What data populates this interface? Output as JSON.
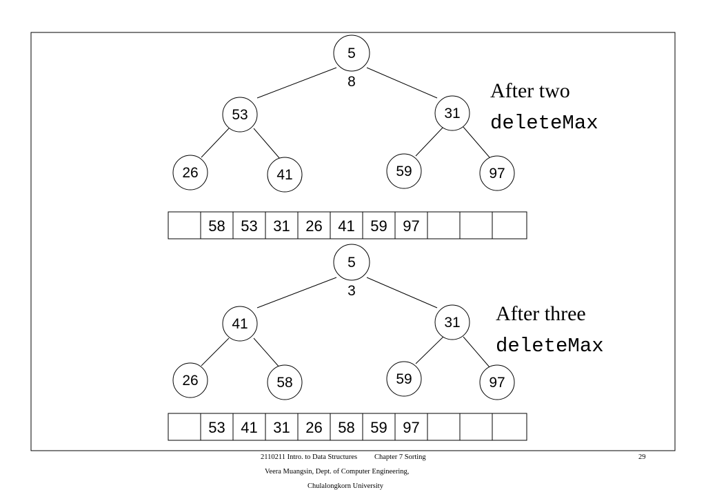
{
  "panels": [
    {
      "caption": {
        "line1": "After two",
        "line2": "deleteMax"
      },
      "nodes": [
        {
          "line1": "5",
          "line2": "8"
        },
        {
          "line1": "53"
        },
        {
          "line1": "31"
        },
        {
          "line1": "26"
        },
        {
          "line1": "41"
        },
        {
          "line1": "59"
        },
        {
          "line1": "97"
        }
      ],
      "array": [
        "",
        "58",
        "53",
        "31",
        "26",
        "41",
        "59",
        "97",
        "",
        "",
        ""
      ]
    },
    {
      "caption": {
        "line1": "After three",
        "line2": "deleteMax"
      },
      "nodes": [
        {
          "line1": "5",
          "line2": "3"
        },
        {
          "line1": "41"
        },
        {
          "line1": "31"
        },
        {
          "line1": "26"
        },
        {
          "line1": "58"
        },
        {
          "line1": "59"
        },
        {
          "line1": "97"
        }
      ],
      "array": [
        "",
        "53",
        "41",
        "31",
        "26",
        "58",
        "59",
        "97",
        "",
        "",
        ""
      ]
    }
  ],
  "footer": {
    "course": "2110211 Intro. to Data Structures",
    "chapter": "Chapter 7  Sorting",
    "page": "29",
    "author_line": "Veera Muangsin, Dept. of Computer Engineering,",
    "university": "Chulalongkorn University"
  }
}
